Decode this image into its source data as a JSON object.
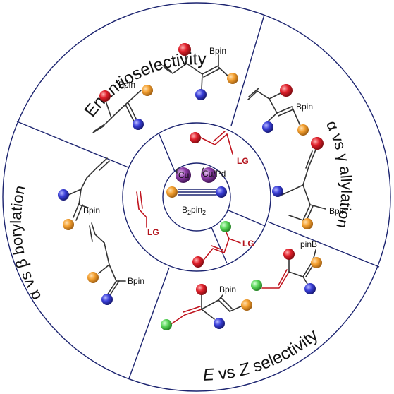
{
  "colors": {
    "ring": "#1c2470",
    "bond": "#333333",
    "red_bond": "#c0151f",
    "ball_red": "#e01f2a",
    "ball_blue": "#3a3fd8",
    "ball_orange": "#f4a030",
    "ball_green": "#5ad65a",
    "metal": "#8e3fa8"
  },
  "sections": {
    "enantio": "Enantioselectivity",
    "allyl": "α vs γ allylation",
    "boryl": "α vs β borylation",
    "ez_E": "E",
    "ez_rest": " vs ",
    "ez_Z": "Z",
    "ez_tail": " selectivity"
  },
  "labels": {
    "bpin": "Bpin",
    "pinb": "pinB",
    "lg": "LG",
    "cu": "Cu",
    "cupd": "Cu/Pd",
    "b2pin2_main": "B",
    "b2pin2_sub1": "2",
    "b2pin2_mid": "pin",
    "b2pin2_sub2": "2"
  }
}
